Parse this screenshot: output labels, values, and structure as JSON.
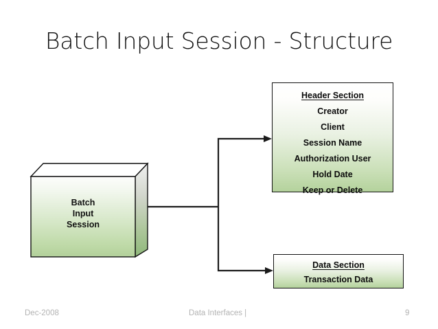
{
  "slide": {
    "title": "Batch Input Session - Structure",
    "accent_green": "#b4d29c",
    "outline_color": "#111111",
    "footer_color": "#b3b3b3"
  },
  "diagram": {
    "source_node": {
      "shape": "3d-cube",
      "lines": [
        "Batch",
        "Input",
        "Session"
      ]
    },
    "header_section": {
      "heading": "Header Section",
      "fields": [
        "Creator",
        "Client",
        "Session Name",
        "Authorization User",
        "Hold Date",
        "Keep or Delete"
      ]
    },
    "data_section": {
      "heading": "Data Section",
      "fields": [
        "Transaction Data"
      ]
    }
  },
  "footer": {
    "date": "Dec-2008",
    "center": "Data Interfaces  |",
    "page_number": "9"
  }
}
